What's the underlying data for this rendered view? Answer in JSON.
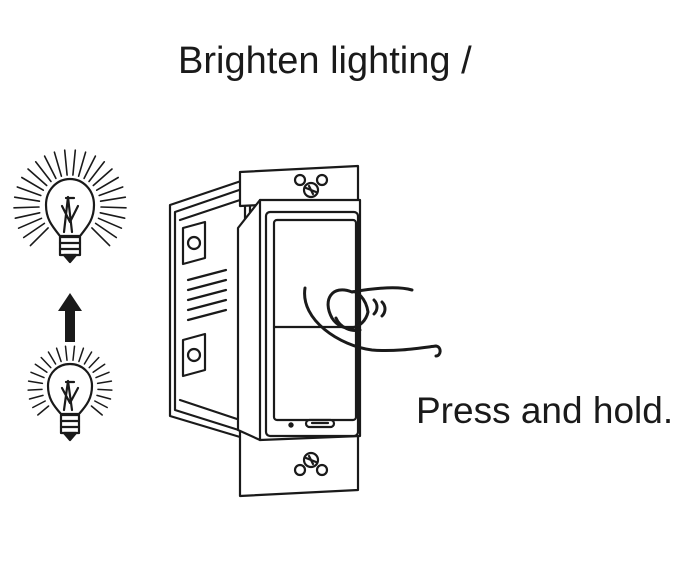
{
  "title": "Brighten lighting /",
  "caption": "Press and hold.",
  "icons": {
    "bright": "bright-bulb-icon",
    "dim": "dim-bulb-icon",
    "arrow": "up-arrow-icon",
    "switch": "smart-switch-illustration",
    "hand": "pressing-finger-icon"
  },
  "colors": {
    "line": "#1a1a1a",
    "background": "#ffffff"
  }
}
